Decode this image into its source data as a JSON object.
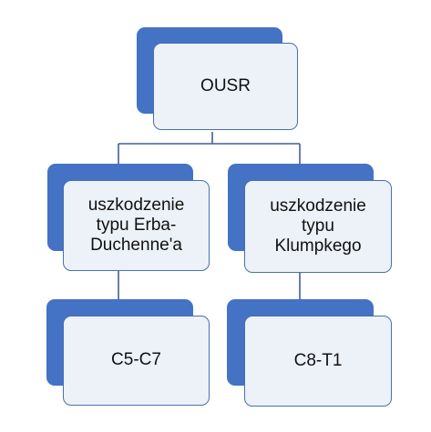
{
  "diagram": {
    "colors": {
      "accent": "#4472c4",
      "box_fill": "#edf1f8",
      "border": "#4a6fb1",
      "line": "#44618e"
    },
    "root": {
      "label": "OUSR"
    },
    "branches": [
      {
        "label": "uszkodzenie\ntypu Erba-\nDuchenne'a",
        "child": {
          "label": "C5-C7"
        }
      },
      {
        "label": "uszkodzenie\ntypu\nKlumpkego",
        "child": {
          "label": "C8-T1"
        }
      }
    ]
  }
}
